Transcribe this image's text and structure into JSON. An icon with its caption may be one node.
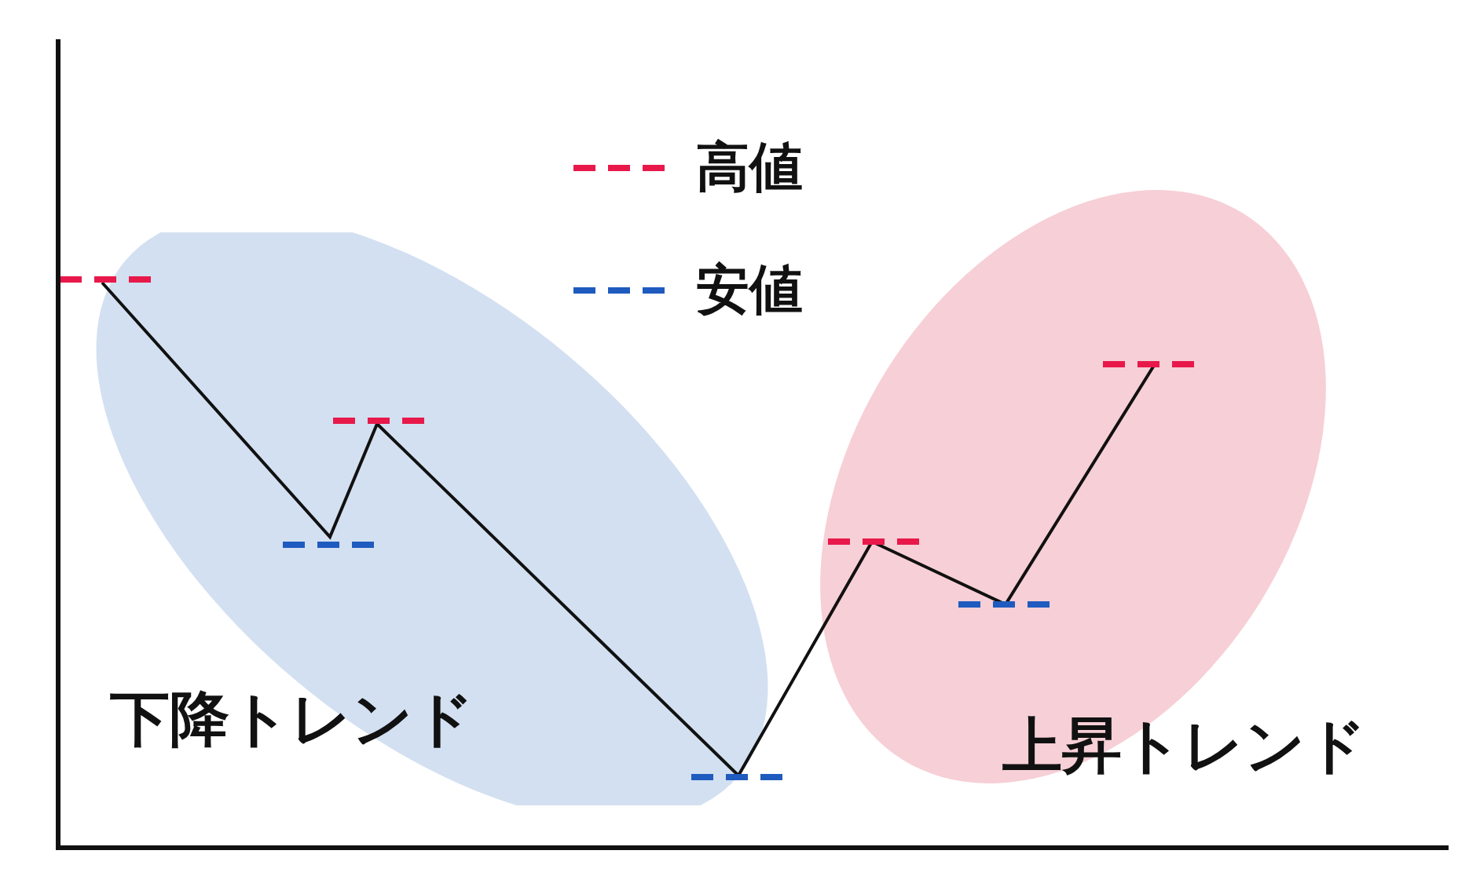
{
  "diagram": {
    "nodes": [
      {
        "text": [
          "下降トレンド"
        ]
      },
      {
        "text": [
          "上昇トレンド"
        ]
      }
    ],
    "edges": [],
    "legend": [
      {
        "text": "高値"
      },
      {
        "text": "安値"
      }
    ]
  }
}
